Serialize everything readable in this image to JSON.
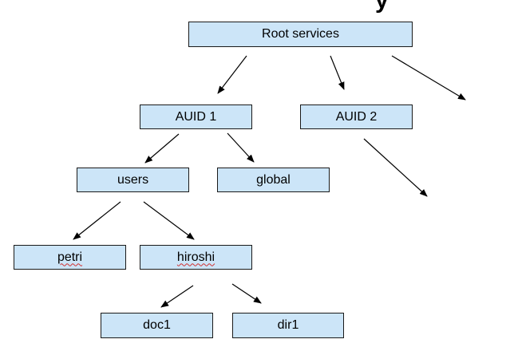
{
  "title_fragment": "y",
  "nodes": {
    "root": "Root services",
    "auid1": "AUID 1",
    "auid2": "AUID 2",
    "users": "users",
    "global": "global",
    "petri": "petri",
    "hiroshi": "hiroshi",
    "doc1": "doc1",
    "dir1": "dir1"
  },
  "edges": [
    {
      "from": "root",
      "to": "auid1"
    },
    {
      "from": "root",
      "to": "auid2"
    },
    {
      "from": "root",
      "to": "offscreen-right"
    },
    {
      "from": "auid1",
      "to": "users"
    },
    {
      "from": "auid1",
      "to": "global"
    },
    {
      "from": "auid2",
      "to": "offscreen-down"
    },
    {
      "from": "users",
      "to": "petri"
    },
    {
      "from": "users",
      "to": "hiroshi"
    },
    {
      "from": "hiroshi",
      "to": "doc1"
    },
    {
      "from": "hiroshi",
      "to": "dir1"
    }
  ]
}
